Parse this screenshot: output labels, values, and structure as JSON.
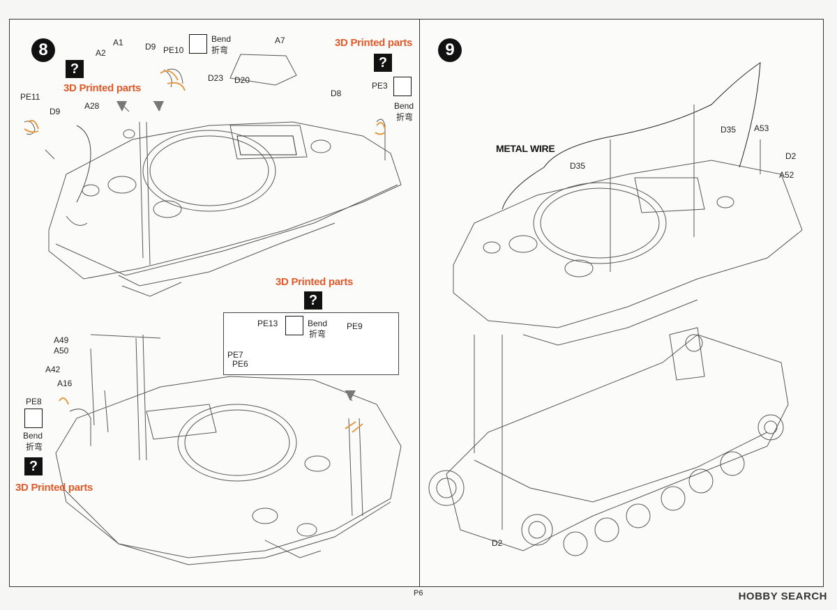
{
  "steps": {
    "step8": "8",
    "step9": "9"
  },
  "labels8_top": {
    "a1": "A1",
    "a2": "A2",
    "d9a": "D9",
    "pe10": "PE10",
    "a7": "A7",
    "d23": "D23",
    "d20": "D20",
    "d8": "D8",
    "pe3": "PE3",
    "pe11": "PE11",
    "d9b": "D9",
    "a28": "A28"
  },
  "labels8_bottom": {
    "a49": "A49",
    "a50": "A50",
    "a42": "A42",
    "a16": "A16",
    "pe8": "PE8"
  },
  "subbox": {
    "pe13": "PE13",
    "pe9": "PE9",
    "pe7": "PE7",
    "pe6": "PE6"
  },
  "labels9": {
    "d35a": "D35",
    "d35b": "D35",
    "a53": "A53",
    "d2a": "D2",
    "a52": "A52",
    "d2b": "D2",
    "metal_wire": "METAL WIRE"
  },
  "printed_note": "3D Printed parts",
  "question_mark": "?",
  "bend": {
    "en": "Bend",
    "cn": "折弯"
  },
  "page_number": "P6",
  "watermark": "HOBBY SEARCH"
}
